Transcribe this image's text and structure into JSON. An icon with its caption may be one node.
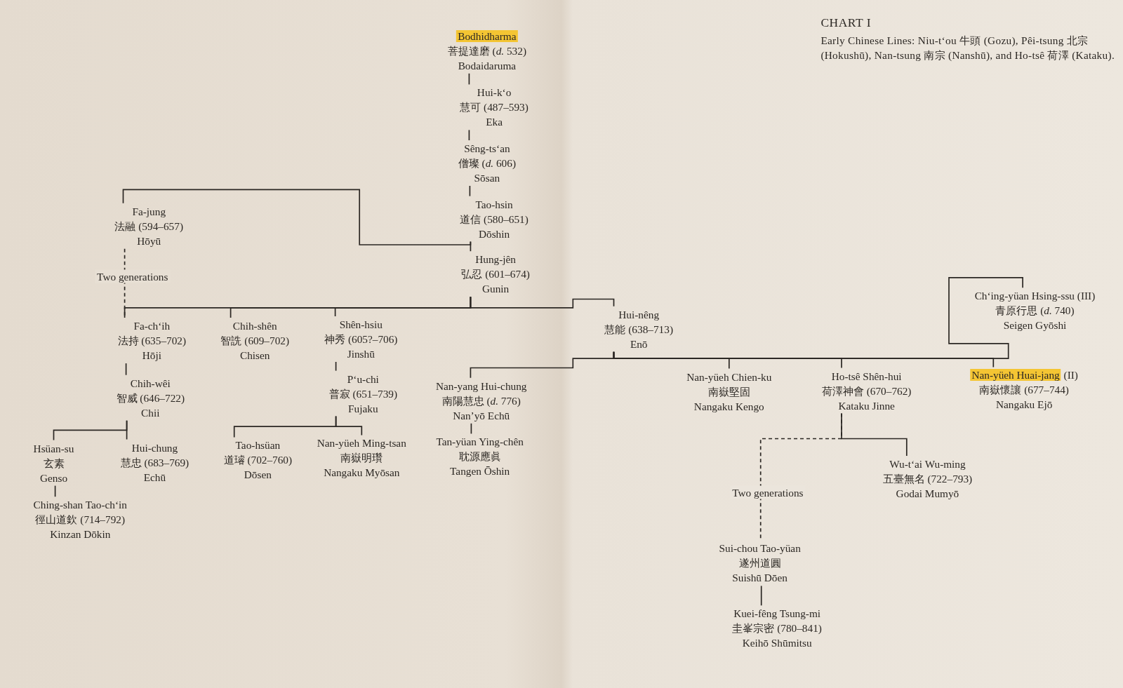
{
  "diagram": {
    "title": "CHART I",
    "caption": "Early Chinese Lines: Niu-t‘ou 牛頭 (Gozu), Pêi-tsung 北宗 (Hokushū), Nan-tsung 南宗 (Nanshū), and Ho-tsê 荷澤 (Kataku).",
    "nodes": [
      {
        "text": [
          "Bodhidharma",
          "菩提達磨 (*d.* 532)",
          "Bodaidaruma"
        ]
      },
      {
        "text": [
          "Hui-k‘o",
          "慧可 (487–593)",
          "Eka"
        ]
      },
      {
        "text": [
          "Sêng-ts‘an",
          "僧璨 (*d.* 606)",
          "Sōsan"
        ]
      },
      {
        "text": [
          "Tao-hsin",
          "道信 (580–651)",
          "Dōshin"
        ]
      },
      {
        "text": [
          "Fa-jung",
          "法融 (594–657)",
          "Hōyū"
        ]
      },
      {
        "text": [
          "Hung-jên",
          "弘忍 (601–674)",
          "Gunin"
        ]
      },
      {
        "text": [
          "Fa-ch‘ih",
          "法持 (635–702)",
          "Hōji"
        ]
      },
      {
        "text": [
          "Chih-shên",
          "智詵 (609–702)",
          "Chisen"
        ]
      },
      {
        "text": [
          "Shên-hsiu",
          "神秀 (605?–706)",
          "Jinshū"
        ]
      },
      {
        "text": [
          "Hui-nêng",
          "慧能 (638–713)",
          "Enō"
        ]
      },
      {
        "text": [
          "Ch‘ing-yüan Hsing-ssu",
          "(III)",
          "青原行思 (*d.* 740)",
          "Seigen Gyōshi"
        ]
      },
      {
        "text": [
          "Chih-wêi",
          "智威 (646–722)",
          "Chii"
        ]
      },
      {
        "text": [
          "P‘u-chi",
          "普寂 (651–739)",
          "Fujaku"
        ]
      },
      {
        "text": [
          "Nan-yang Hui-chung",
          "南陽慧忠 (*d.* 776)",
          "Nan’yō Echū"
        ]
      },
      {
        "text": [
          "Nan-yüeh Chien-ku",
          "南嶽堅固",
          "Nangaku Kengo"
        ]
      },
      {
        "text": [
          "Ho-tsê Shên-hui",
          "荷澤神會 (670–762)",
          "Kataku Jinne"
        ]
      },
      {
        "text": [
          "Nan-yüeh Huai-jang",
          "(II)",
          "南嶽懷讓 (677–744)",
          "Nangaku Ejō"
        ]
      },
      {
        "text": [
          "Hsüan-su",
          "玄素",
          "Genso"
        ]
      },
      {
        "text": [
          "Hui-chung",
          "慧忠 (683–769)",
          "Echū"
        ]
      },
      {
        "text": [
          "Tao-hsüan",
          "道璿 (702–760)",
          "Dōsen"
        ]
      },
      {
        "text": [
          "Nan-yüeh Ming-tsan",
          "南嶽明瓚",
          "Nangaku Myōsan"
        ]
      },
      {
        "text": [
          "Tan-yüan Ying-chên",
          "耽源應眞",
          "Tangen Ōshin"
        ]
      },
      {
        "text": [
          "Wu-t‘ai Wu-ming",
          "五臺無名 (722–793)",
          "Godai Mumyō"
        ]
      },
      {
        "text": [
          "Ching-shan Tao-ch‘in",
          "徑山道欽 (714–792)",
          "Kinzan Dōkin"
        ]
      },
      {
        "text": [
          "Sui-chou Tao-yüan",
          "遂州道圓",
          "Suishū Dōen"
        ]
      },
      {
        "text": [
          "Kuei-fêng Tsung-mi",
          "圭峯宗密 (780–841)",
          "Keihō Shūmitsu"
        ]
      }
    ],
    "edges": [
      {
        "from": 0,
        "to": 1,
        "arrow": "none"
      },
      {
        "from": 1,
        "to": 2,
        "arrow": "none"
      },
      {
        "from": 2,
        "to": 3,
        "arrow": "none"
      },
      {
        "from": 3,
        "to": 4,
        "arrow": "none"
      },
      {
        "from": 3,
        "to": 5,
        "arrow": "none"
      },
      {
        "from": 4,
        "to": 6,
        "arrow": "none",
        "label": "Two generations",
        "style": "dashed"
      },
      {
        "from": 5,
        "to": 6,
        "arrow": "none"
      },
      {
        "from": 5,
        "to": 7,
        "arrow": "none"
      },
      {
        "from": 5,
        "to": 8,
        "arrow": "none"
      },
      {
        "from": 5,
        "to": 9,
        "arrow": "none"
      },
      {
        "from": 6,
        "to": 11,
        "arrow": "none"
      },
      {
        "from": 8,
        "to": 12,
        "arrow": "none"
      },
      {
        "from": 11,
        "to": 17,
        "arrow": "none"
      },
      {
        "from": 11,
        "to": 18,
        "arrow": "none"
      },
      {
        "from": 17,
        "to": 23,
        "arrow": "none"
      },
      {
        "from": 12,
        "to": 19,
        "arrow": "none"
      },
      {
        "from": 12,
        "to": 20,
        "arrow": "none"
      },
      {
        "from": 9,
        "to": 13,
        "arrow": "none"
      },
      {
        "from": 9,
        "to": 14,
        "arrow": "none"
      },
      {
        "from": 9,
        "to": 15,
        "arrow": "none"
      },
      {
        "from": 9,
        "to": 16,
        "arrow": "none"
      },
      {
        "from": 9,
        "to": 10,
        "arrow": "none"
      },
      {
        "from": 13,
        "to": 21,
        "arrow": "none"
      },
      {
        "from": 15,
        "to": 22,
        "arrow": "none"
      },
      {
        "from": 15,
        "to": 24,
        "arrow": "none",
        "label": "Two generations",
        "style": "dashed"
      },
      {
        "from": 24,
        "to": 25,
        "arrow": "none"
      }
    ]
  }
}
